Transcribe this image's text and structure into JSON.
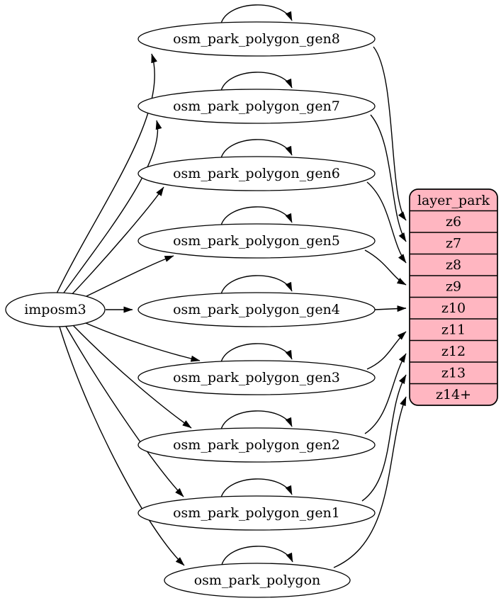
{
  "graph": {
    "source": {
      "label": "imposm3"
    },
    "tables": [
      {
        "label": "osm_park_polygon_gen8",
        "feeds_zoom": "z6",
        "self_loop": true
      },
      {
        "label": "osm_park_polygon_gen7",
        "feeds_zoom": "z7",
        "self_loop": true
      },
      {
        "label": "osm_park_polygon_gen6",
        "feeds_zoom": "z8",
        "self_loop": true
      },
      {
        "label": "osm_park_polygon_gen5",
        "feeds_zoom": "z9",
        "self_loop": true
      },
      {
        "label": "osm_park_polygon_gen4",
        "feeds_zoom": "z10",
        "self_loop": true
      },
      {
        "label": "osm_park_polygon_gen3",
        "feeds_zoom": "z11",
        "self_loop": true
      },
      {
        "label": "osm_park_polygon_gen2",
        "feeds_zoom": "z12",
        "self_loop": true
      },
      {
        "label": "osm_park_polygon_gen1",
        "feeds_zoom": "z13",
        "self_loop": true
      },
      {
        "label": "osm_park_polygon",
        "feeds_zoom": "z14+",
        "self_loop": true
      }
    ],
    "layer": {
      "header": "layer_park",
      "zoom_rows": [
        "z6",
        "z7",
        "z8",
        "z9",
        "z10",
        "z11",
        "z12",
        "z13",
        "z14+"
      ]
    },
    "edges": [
      {
        "from": "imposm3",
        "to": "osm_park_polygon_gen8"
      },
      {
        "from": "imposm3",
        "to": "osm_park_polygon_gen7"
      },
      {
        "from": "imposm3",
        "to": "osm_park_polygon_gen6"
      },
      {
        "from": "imposm3",
        "to": "osm_park_polygon_gen5"
      },
      {
        "from": "imposm3",
        "to": "osm_park_polygon_gen4"
      },
      {
        "from": "imposm3",
        "to": "osm_park_polygon_gen3"
      },
      {
        "from": "imposm3",
        "to": "osm_park_polygon_gen2"
      },
      {
        "from": "imposm3",
        "to": "osm_park_polygon_gen1"
      },
      {
        "from": "imposm3",
        "to": "osm_park_polygon"
      },
      {
        "from": "osm_park_polygon_gen8",
        "to": "osm_park_polygon_gen8"
      },
      {
        "from": "osm_park_polygon_gen7",
        "to": "osm_park_polygon_gen7"
      },
      {
        "from": "osm_park_polygon_gen6",
        "to": "osm_park_polygon_gen6"
      },
      {
        "from": "osm_park_polygon_gen5",
        "to": "osm_park_polygon_gen5"
      },
      {
        "from": "osm_park_polygon_gen4",
        "to": "osm_park_polygon_gen4"
      },
      {
        "from": "osm_park_polygon_gen3",
        "to": "osm_park_polygon_gen3"
      },
      {
        "from": "osm_park_polygon_gen2",
        "to": "osm_park_polygon_gen2"
      },
      {
        "from": "osm_park_polygon_gen1",
        "to": "osm_park_polygon_gen1"
      },
      {
        "from": "osm_park_polygon",
        "to": "osm_park_polygon"
      },
      {
        "from": "osm_park_polygon_gen8",
        "to": "layer_park.z6"
      },
      {
        "from": "osm_park_polygon_gen7",
        "to": "layer_park.z7"
      },
      {
        "from": "osm_park_polygon_gen6",
        "to": "layer_park.z8"
      },
      {
        "from": "osm_park_polygon_gen5",
        "to": "layer_park.z9"
      },
      {
        "from": "osm_park_polygon_gen4",
        "to": "layer_park.z10"
      },
      {
        "from": "osm_park_polygon_gen3",
        "to": "layer_park.z11"
      },
      {
        "from": "osm_park_polygon_gen2",
        "to": "layer_park.z12"
      },
      {
        "from": "osm_park_polygon_gen1",
        "to": "layer_park.z13"
      },
      {
        "from": "osm_park_polygon",
        "to": "layer_park.z14+"
      }
    ],
    "colors": {
      "layer_fill": "#ffb6c1",
      "node_fill": "#ffffff",
      "stroke": "#000000",
      "text": "#000000",
      "background": "#ffffff"
    }
  }
}
